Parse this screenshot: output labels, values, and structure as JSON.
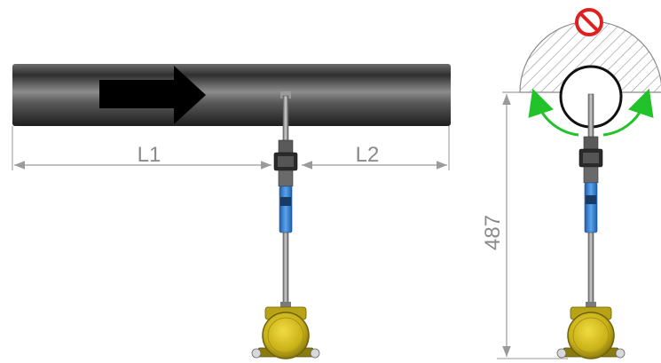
{
  "dimensions": {
    "l1": "L1",
    "l2": "L2",
    "height": "487"
  },
  "indicators": {
    "flow_direction_icon": "flow-arrow-right",
    "prohibited_zone_icon": "no-entry-icon",
    "allowed_rotation_icon": "green-rotation-arc-arrows"
  },
  "colors": {
    "pipe": "#4a4a4a",
    "arrow": "#000000",
    "prohibited_sign": "#e02020",
    "allowed_rotation": "#22c22a",
    "sensor_body": "#3b82d6",
    "housing": "#d8c21e",
    "dimension_lines": "#9a9a9a"
  }
}
